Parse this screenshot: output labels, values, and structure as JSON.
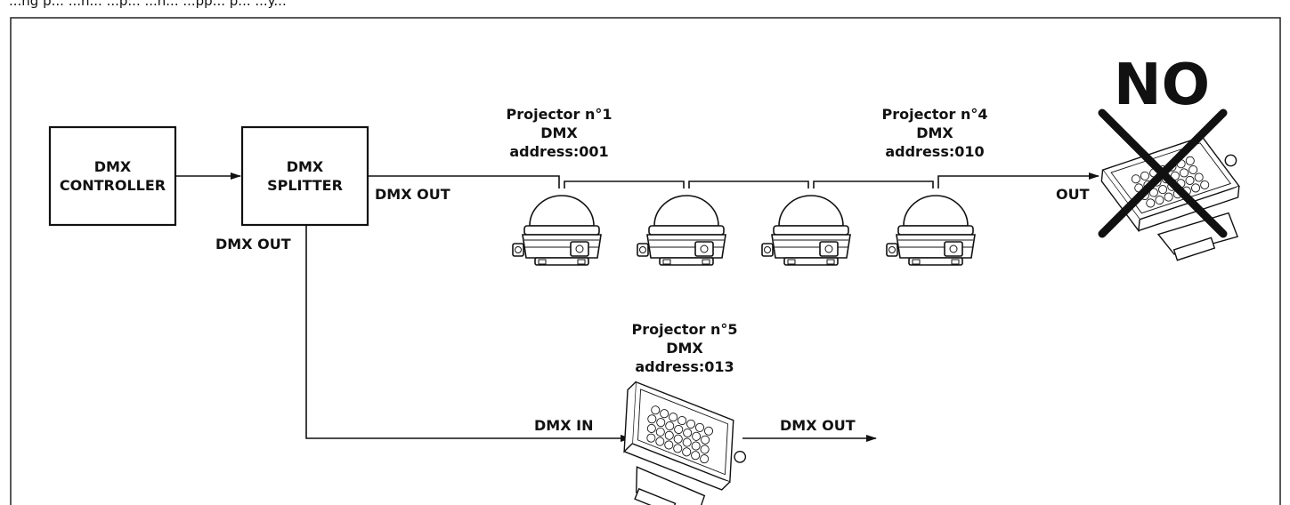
{
  "top_caption_fragment": "...ng p... ...n... ...p... ...n... ...pp... p... ...y...",
  "controller": {
    "line1": "DMX",
    "line2": "CONTROLLER"
  },
  "splitter": {
    "line1": "DMX",
    "line2": "SPLITTER"
  },
  "splitter_out_right": "DMX OUT",
  "splitter_out_bottom": "DMX OUT",
  "projector1": {
    "line1": "Projector n°1",
    "line2": "DMX",
    "line3": "address:001"
  },
  "projector4": {
    "line1": "Projector n°4",
    "line2": "DMX",
    "line3": "address:010"
  },
  "out_label": "OUT",
  "no_label": "NO",
  "projector5": {
    "line1": "Projector n°5",
    "line2": "DMX",
    "line3": "address:013"
  },
  "p5_in_label": "DMX IN",
  "p5_out_label": "DMX OUT"
}
